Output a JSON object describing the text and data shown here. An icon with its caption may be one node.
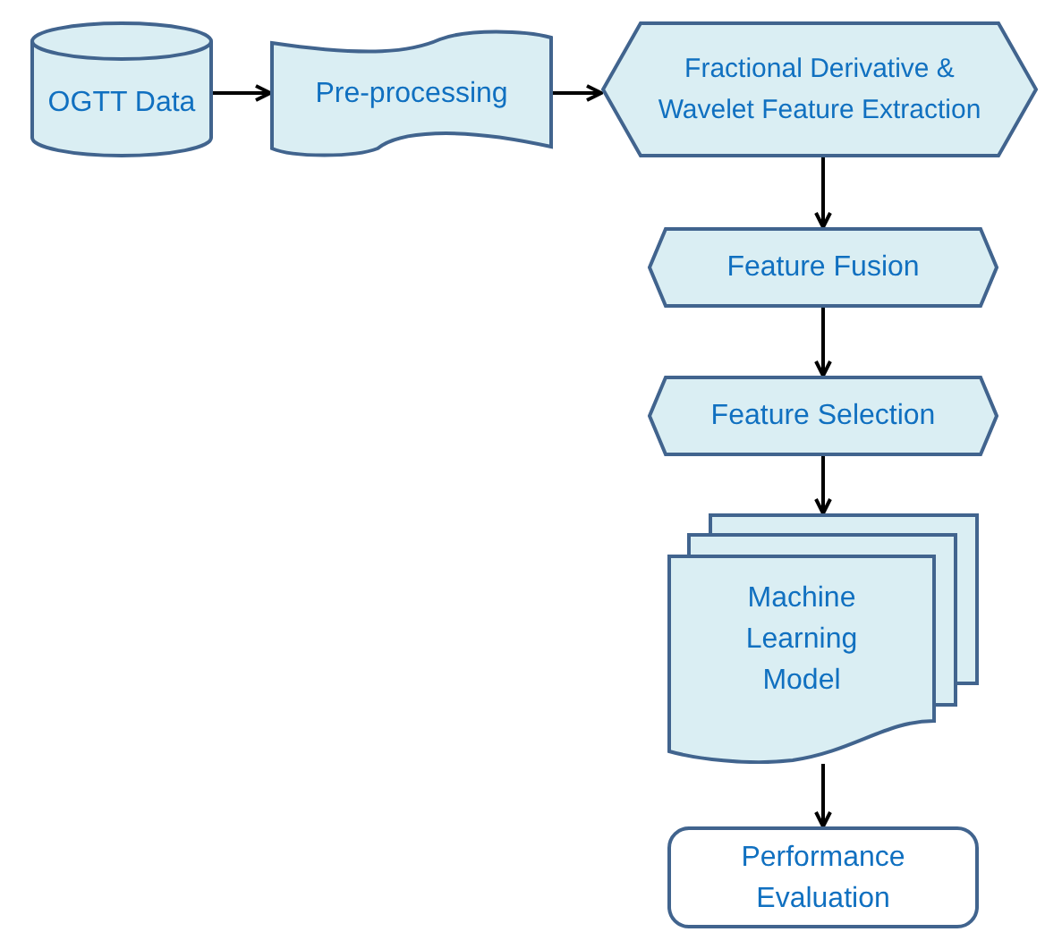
{
  "diagram": {
    "nodes": [
      {
        "text": [
          "OGTT Data"
        ]
      },
      {
        "text": [
          "Pre-processing"
        ]
      },
      {
        "text": [
          "Fractional Derivative & Wavelet Feature Extraction"
        ]
      },
      {
        "text": [
          "Feature Fusion"
        ]
      },
      {
        "text": [
          "Feature Selection"
        ]
      },
      {
        "text": [
          "Machine Learning Model"
        ]
      },
      {
        "text": [
          "Performance Evaluation"
        ]
      }
    ],
    "edges": [
      {
        "from": 0,
        "to": 1,
        "arrow": "to"
      },
      {
        "from": 1,
        "to": 2,
        "arrow": "to"
      },
      {
        "from": 2,
        "to": 3,
        "arrow": "to"
      },
      {
        "from": 3,
        "to": 4,
        "arrow": "to"
      },
      {
        "from": 4,
        "to": 5,
        "arrow": "to"
      },
      {
        "from": 5,
        "to": 6,
        "arrow": "to"
      }
    ]
  }
}
